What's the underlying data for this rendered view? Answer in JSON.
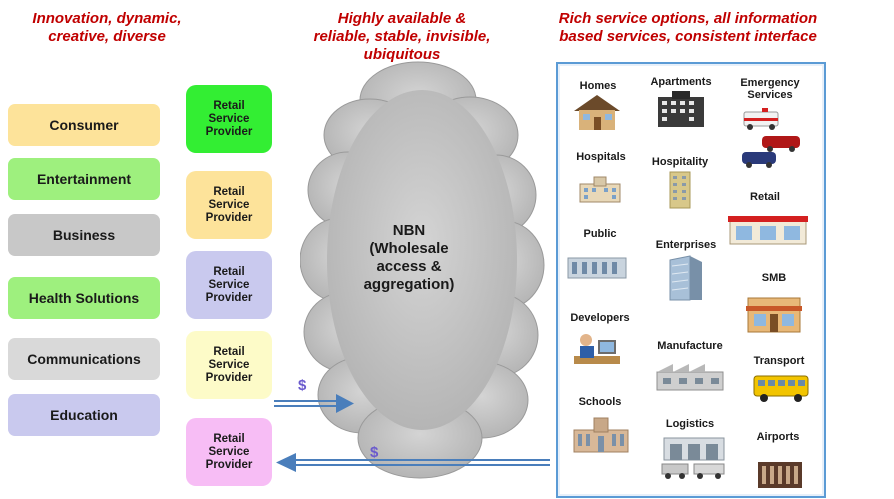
{
  "headers": {
    "left": "Innovation, dynamic, creative, diverse",
    "middle": "Highly available & reliable, stable, invisible, ubiquitous",
    "right": "Rich service options, all information based services, consistent interface"
  },
  "segments": [
    {
      "label": "Consumer",
      "color": "#fde39a"
    },
    {
      "label": "Entertainment",
      "color": "#9ef07e"
    },
    {
      "label": "Business",
      "color": "#c8c8c8"
    },
    {
      "label": "Health Solutions",
      "color": "#9ef07e"
    },
    {
      "label": "Communications",
      "color": "#d9d9d9"
    },
    {
      "label": "Education",
      "color": "#c9c9ee"
    }
  ],
  "providers": [
    {
      "label": "Retail\nService\nProvider",
      "color": "#33ee33"
    },
    {
      "label": "Retail\nService\nProvider",
      "color": "#fde39a"
    },
    {
      "label": "Retail\nService\nProvider",
      "color": "#c9c9ee"
    },
    {
      "label": "Retail\nService\nProvider",
      "color": "#fdfbc8"
    },
    {
      "label": "Retail\nService\nProvider",
      "color": "#f7bdf5"
    }
  ],
  "cloud": {
    "label": "NBN\n(Wholesale\naccess &\naggregation)"
  },
  "money_symbol": "$",
  "services": {
    "homes": "Homes",
    "apartments": "Apartments",
    "emergency": "Emergency\nServices",
    "hospitals": "Hospitals",
    "hospitality": "Hospitality",
    "retail": "Retail",
    "public": "Public",
    "enterprises": "Enterprises",
    "smb": "SMB",
    "developers": "Developers",
    "manufacture": "Manufacture",
    "transport": "Transport",
    "schools": "Schools",
    "logistics": "Logistics",
    "airports": "Airports"
  }
}
